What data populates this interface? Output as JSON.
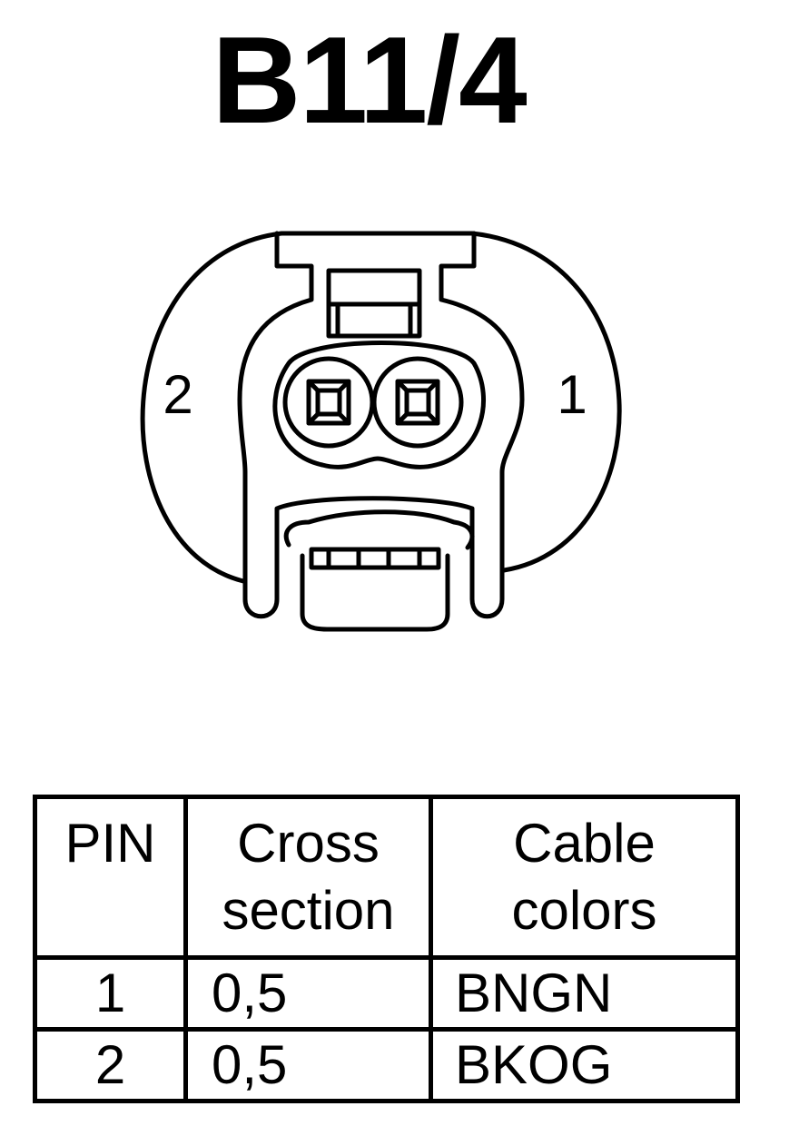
{
  "title": "B11/4",
  "connector": {
    "pin_label_left": "2",
    "pin_label_right": "1"
  },
  "table": {
    "headers": {
      "pin": "PIN",
      "cross_section": [
        "Cross",
        "section"
      ],
      "cable_colors": [
        "Cable",
        "colors"
      ]
    },
    "rows": [
      {
        "pin": "1",
        "cross_section": "0,5",
        "cable_color": "BNGN"
      },
      {
        "pin": "2",
        "cross_section": "0,5",
        "cable_color": "BKOG"
      }
    ]
  },
  "colors": {
    "ink": "#000000",
    "paper": "#ffffff"
  }
}
